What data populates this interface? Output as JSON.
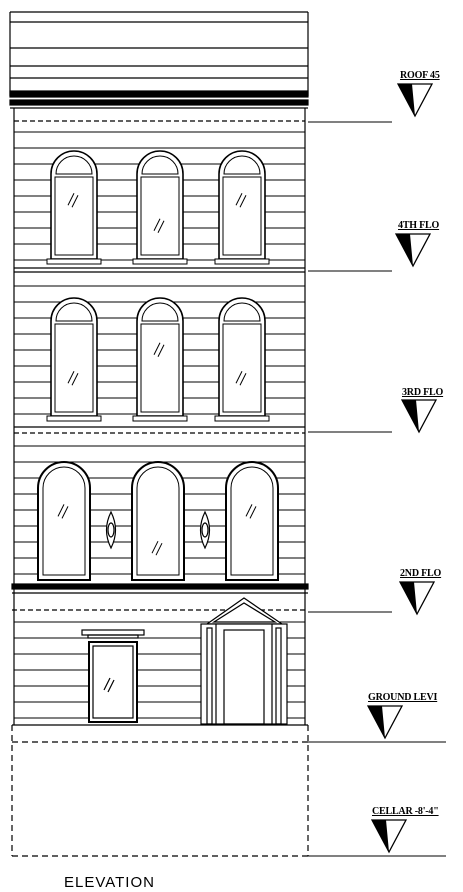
{
  "drawing": {
    "caption": "ELEVATION",
    "levels": [
      {
        "label": "ROOF 45"
      },
      {
        "label": "4TH FLO"
      },
      {
        "label": "3RD FLO"
      },
      {
        "label": "2ND FLO"
      },
      {
        "label": "GROUND LEVI"
      },
      {
        "label": "CELLAR -8'-4\""
      }
    ]
  }
}
